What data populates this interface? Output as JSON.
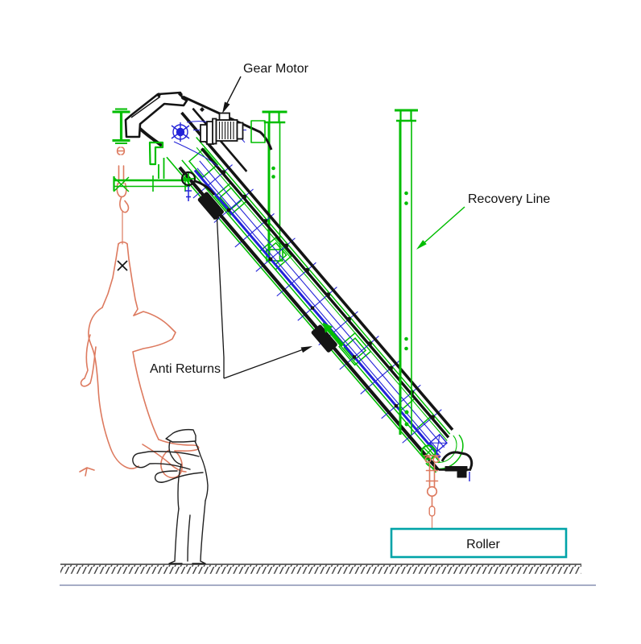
{
  "diagram": {
    "labels": {
      "gear_motor": "Gear Motor",
      "recovery_line": "Recovery Line",
      "anti_returns": "Anti Returns",
      "roller": "Roller"
    },
    "colors": {
      "structure_green": "#00bd00",
      "belt_blue": "#2323d8",
      "carcass_salmon": "#dd7a5f",
      "roller_box_teal": "#00a3a8",
      "outline_black": "#141414",
      "ground_line_gray": "#8892b4"
    }
  }
}
